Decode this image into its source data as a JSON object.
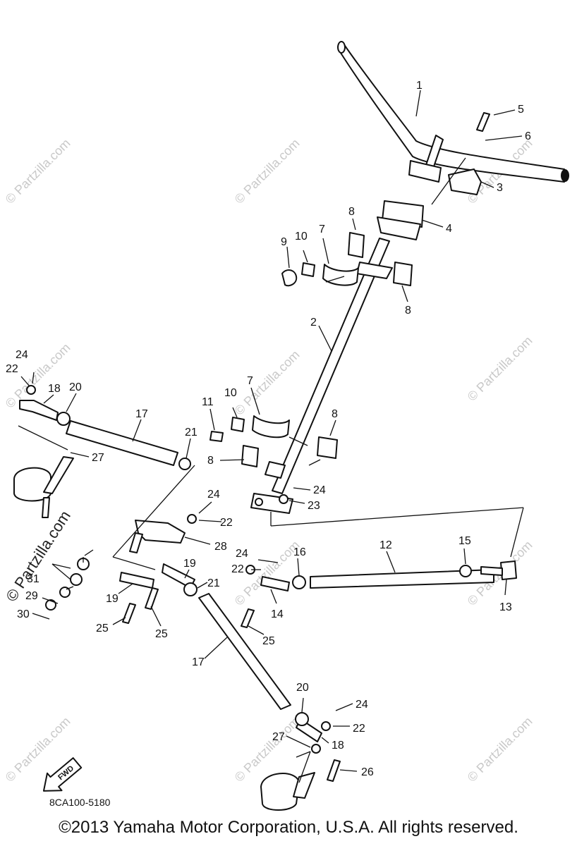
{
  "diagram": {
    "drawing_code": "8CA100-5180",
    "fwd_label": "FWD",
    "copyright": "©2013 Yamaha Motor Corporation, U.S.A. All rights reserved.",
    "watermark": "© Partzilla.com",
    "callouts": {
      "c1": "1",
      "c2": "2",
      "c3": "3",
      "c4": "4",
      "c5": "5",
      "c6": "6",
      "c7a": "7",
      "c7b": "7",
      "c8a": "8",
      "c8b": "8",
      "c8c": "8",
      "c8d": "8",
      "c9": "9",
      "c10a": "10",
      "c10b": "10",
      "c11": "11",
      "c12": "12",
      "c13": "13",
      "c14": "14",
      "c15": "15",
      "c16": "16",
      "c17a": "17",
      "c17b": "17",
      "c18a": "18",
      "c18b": "18",
      "c19a": "19",
      "c19b": "19",
      "c20a": "20",
      "c20b": "20",
      "c21a": "21",
      "c21b": "21",
      "c22a": "22",
      "c22b": "22",
      "c22c": "22",
      "c22d": "22",
      "c23": "23",
      "c24a": "24",
      "c24b": "24",
      "c24c": "24",
      "c24d": "24",
      "c24e": "24",
      "c25a": "25",
      "c25b": "25",
      "c25c": "25",
      "c26": "26",
      "c27a": "27",
      "c27b": "27",
      "c28": "28",
      "c29": "29",
      "c30": "30",
      "c31": "31"
    }
  }
}
